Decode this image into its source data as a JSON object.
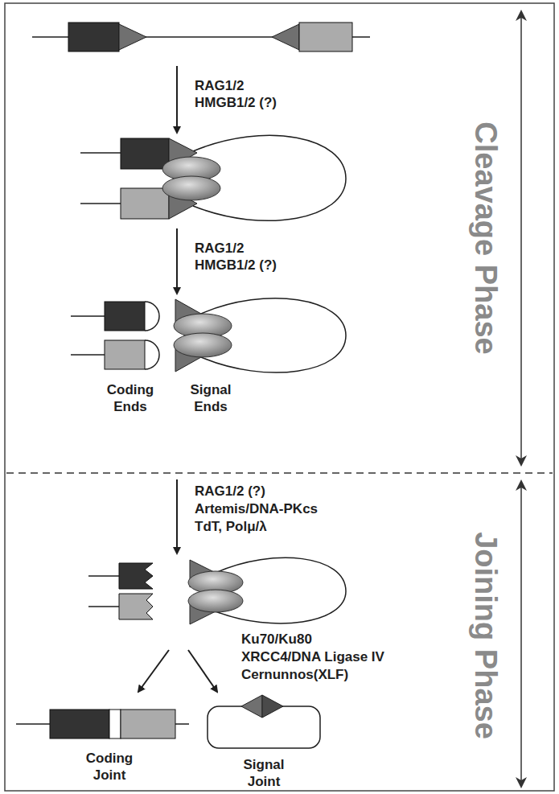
{
  "diagram": {
    "labels": [
      "RAG1/2",
      "HMGB1/2 (?)",
      "RAG1/2",
      "HMGB1/2 (?)",
      "Coding Ends",
      "Signal Ends",
      "RAG1/2 (?)",
      "Artemis/DNA-PKcs",
      "TdT, Polμ/λ",
      "Ku70/Ku80",
      "XRCC4/DNA Ligase IV",
      "Cernunnos(XLF)",
      "Coding Joint",
      "Signal Joint",
      "Cleavage Phase",
      "Joining Phase"
    ]
  }
}
